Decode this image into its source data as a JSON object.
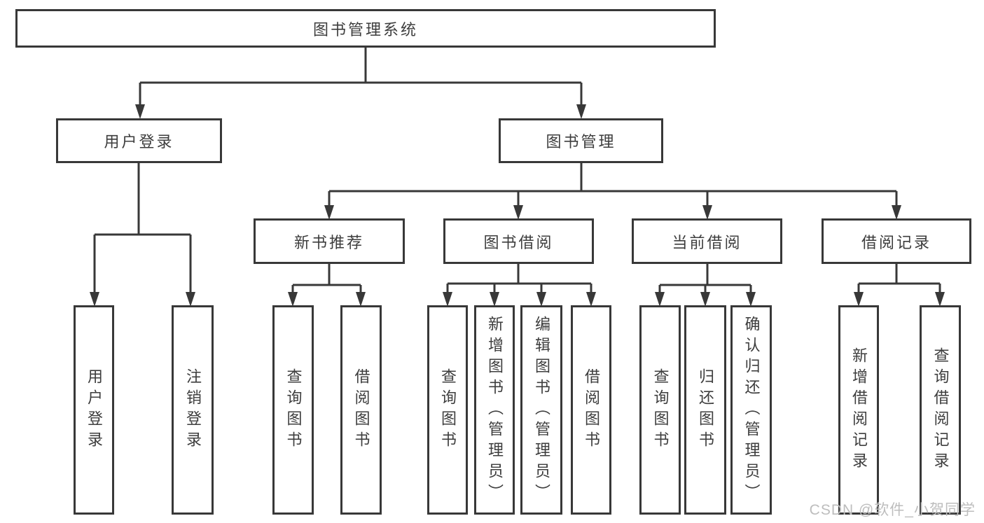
{
  "diagram_title": "图书管理系统",
  "nodes": {
    "root": {
      "label": "图书管理系统"
    },
    "user_login": {
      "label": "用户登录"
    },
    "book_mgmt": {
      "label": "图书管理"
    },
    "new_book_recommend": {
      "label": "新书推荐"
    },
    "book_borrow": {
      "label": "图书借阅"
    },
    "current_borrow": {
      "label": "当前借阅"
    },
    "borrow_records": {
      "label": "借阅记录"
    },
    "leaf_user_login": {
      "label": "用户登录"
    },
    "leaf_logout": {
      "label": "注销登录"
    },
    "leaf_query_book_recommend": {
      "label": "查询图书"
    },
    "leaf_borrow_book_recommend": {
      "label": "借阅图书"
    },
    "leaf_query_book_borrow": {
      "label": "查询图书"
    },
    "leaf_add_book_admin": {
      "label": "新增图书（管理员）"
    },
    "leaf_edit_book_admin": {
      "label": "编辑图书（管理员）"
    },
    "leaf_borrow_book": {
      "label": "借阅图书"
    },
    "leaf_query_book_current": {
      "label": "查询图书"
    },
    "leaf_return_book": {
      "label": "归还图书"
    },
    "leaf_confirm_return_admin": {
      "label": "确认归还（管理员）"
    },
    "leaf_add_borrow_record": {
      "label": "新增借阅记录"
    },
    "leaf_query_borrow_record": {
      "label": "查询借阅记录"
    }
  },
  "watermark": "CSDN @软件_小贺同学",
  "colors": {
    "line": "#383838",
    "text": "#3d3d3d",
    "watermark": "#bdbdbd",
    "background": "#ffffff"
  }
}
